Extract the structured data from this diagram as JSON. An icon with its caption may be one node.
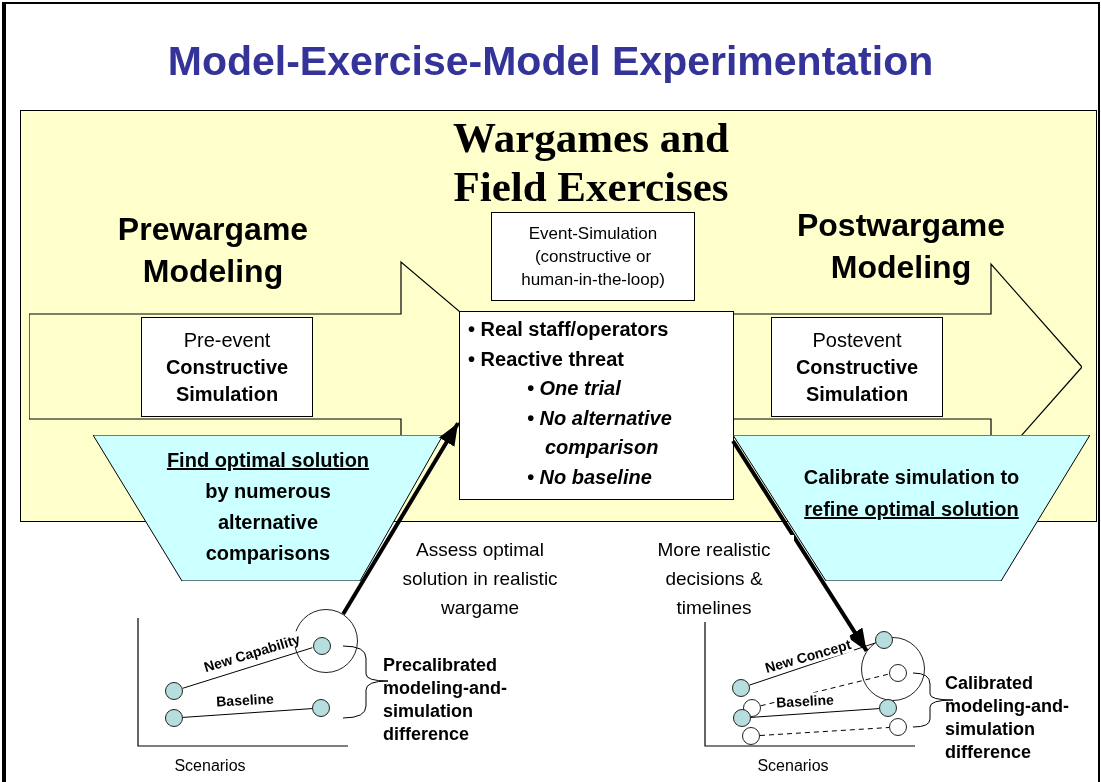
{
  "diagram": {
    "title": "Model-Exercise-Model Experimentation",
    "nodes": [
      {
        "text": [
          "Wargames and Field Exercises"
        ]
      },
      {
        "text": [
          "Prewargame Modeling"
        ],
        "in": 0
      },
      {
        "text": [
          "Pre-event",
          "Constructive Simulation"
        ],
        "in": 1
      },
      {
        "text": [
          "Event-Simulation (constructive or human-in-the-loop)"
        ],
        "in": 0
      },
      {
        "text": [
          "• Real staff/operators",
          "• Reactive threat",
          "• One trial",
          "• No alternative comparison",
          "• No baseline"
        ],
        "in": 0
      },
      {
        "text": [
          "Postwargame Modeling"
        ],
        "in": 0
      },
      {
        "text": [
          "Postevent",
          "Constructive Simulation"
        ],
        "in": 5
      },
      {
        "text": [
          "Find optimal solution",
          "by numerous alternative comparisons"
        ]
      },
      {
        "text": [
          "Calibrate simulation to",
          "refine optimal solution"
        ]
      },
      {
        "text": [],
        "shape": "circle"
      },
      {
        "text": [],
        "shape": "circle"
      },
      {
        "text": [],
        "shape": "circle"
      },
      {
        "text": [],
        "shape": "circle",
        "in": 9
      },
      {
        "text": [],
        "shape": "circle"
      },
      {
        "text": [],
        "shape": "circle"
      },
      {
        "text": [],
        "shape": "circle"
      },
      {
        "text": [],
        "shape": "circle"
      },
      {
        "text": [],
        "shape": "circle"
      },
      {
        "text": [],
        "shape": "circle"
      },
      {
        "text": [],
        "shape": "circle"
      },
      {
        "text": [],
        "shape": "circle",
        "in": 14
      },
      {
        "text": [],
        "shape": "circle"
      },
      {
        "text": [],
        "shape": "circle"
      }
    ],
    "edges": [
      {
        "from": 9,
        "to": 4,
        "arrow": "to",
        "label": "Assess optimal solution in realistic wargame",
        "style": "thick"
      },
      {
        "from": 4,
        "to": 14,
        "arrow": "to",
        "label": "More realistic decisions & timelines",
        "style": "thick"
      },
      {
        "from": 10,
        "to": 12,
        "arrow": "none",
        "label": "New Capability"
      },
      {
        "from": 11,
        "to": 13,
        "arrow": "none",
        "label": "Baseline"
      },
      {
        "from": 15,
        "to": 19,
        "arrow": "none",
        "label": "New Concept"
      },
      {
        "from": 16,
        "to": 20,
        "arrow": "none",
        "style": "dashed"
      },
      {
        "from": 17,
        "to": 21,
        "arrow": "none",
        "label": "Baseline"
      },
      {
        "from": 18,
        "to": 22,
        "arrow": "none",
        "style": "dashed"
      }
    ],
    "labels": [
      "Precalibrated modeling-and-simulation difference",
      "Calibrated modeling-and-simulation difference",
      "Scenarios",
      "Scenarios"
    ]
  }
}
